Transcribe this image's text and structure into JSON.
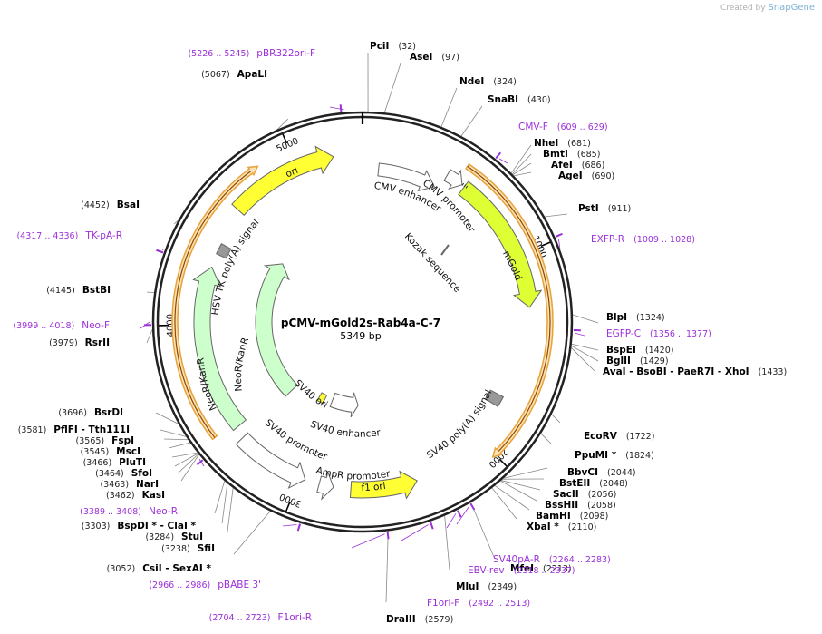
{
  "credit": {
    "prefix": "Created by",
    "brand": "SnapGene"
  },
  "plasmid": {
    "name": "pCMV-mGold2s-Rab4a-C-7",
    "length": "5349 bp"
  },
  "ticks": [
    {
      "label": "1000",
      "deg": 67
    },
    {
      "label": "2000",
      "deg": 135
    },
    {
      "label": "3000",
      "deg": 202
    },
    {
      "label": "4000",
      "deg": 269
    },
    {
      "label": "5000",
      "deg": 337
    }
  ],
  "enzymes": [
    {
      "name": "PciI",
      "pos": "(32)"
    },
    {
      "name": "AseI",
      "pos": "(97)"
    },
    {
      "name": "NdeI",
      "pos": "(324)"
    },
    {
      "name": "SnaBI",
      "pos": "(430)"
    },
    {
      "name": "NheI",
      "pos": "(681)"
    },
    {
      "name": "BmtI",
      "pos": "(685)"
    },
    {
      "name": "AfeI",
      "pos": "(686)"
    },
    {
      "name": "AgeI",
      "pos": "(690)"
    },
    {
      "name": "PstI",
      "pos": "(911)"
    },
    {
      "name": "BlpI",
      "pos": "(1324)"
    },
    {
      "name": "BspEI",
      "pos": "(1420)"
    },
    {
      "name": "BglII",
      "pos": "(1429)"
    },
    {
      "name": "AvaI - BsoBI - PaeR7I - XhoI",
      "pos": "(1433)"
    },
    {
      "name": "EcoRV",
      "pos": "(1722)"
    },
    {
      "name": "PpuMI *",
      "pos": "(1824)"
    },
    {
      "name": "BbvCI",
      "pos": "(2044)"
    },
    {
      "name": "BstEII",
      "pos": "(2048)"
    },
    {
      "name": "SacII",
      "pos": "(2056)"
    },
    {
      "name": "BssHII",
      "pos": "(2058)"
    },
    {
      "name": "BamHI",
      "pos": "(2098)"
    },
    {
      "name": "XbaI *",
      "pos": "(2110)"
    },
    {
      "name": "MfeI",
      "pos": "(2213)"
    },
    {
      "name": "MluI",
      "pos": "(2349)"
    },
    {
      "name": "DraIII",
      "pos": "(2579)"
    },
    {
      "name": "CsiI - SexAI *",
      "pos": "(3052)"
    },
    {
      "name": "SfiI",
      "pos": "(3238)"
    },
    {
      "name": "StuI",
      "pos": "(3284)"
    },
    {
      "name": "BspDI * - ClaI *",
      "pos": "(3303)"
    },
    {
      "name": "KasI",
      "pos": "(3462)"
    },
    {
      "name": "NarI",
      "pos": "(3463)"
    },
    {
      "name": "SfoI",
      "pos": "(3464)"
    },
    {
      "name": "PluTI",
      "pos": "(3466)"
    },
    {
      "name": "MscI",
      "pos": "(3545)"
    },
    {
      "name": "FspI",
      "pos": "(3565)"
    },
    {
      "name": "PflFI - Tth111I",
      "pos": "(3581)"
    },
    {
      "name": "BsrDI",
      "pos": "(3696)"
    },
    {
      "name": "RsrII",
      "pos": "(3979)"
    },
    {
      "name": "BstBI",
      "pos": "(4145)"
    },
    {
      "name": "BsaI",
      "pos": "(4452)"
    },
    {
      "name": "ApaLI",
      "pos": "(5067)"
    }
  ],
  "primers": [
    {
      "name": "pBR322ori-F",
      "range": "(5226 .. 5245)"
    },
    {
      "name": "CMV-F",
      "range": "(609 .. 629)"
    },
    {
      "name": "EXFP-R",
      "range": "(1009 .. 1028)"
    },
    {
      "name": "EGFP-C",
      "range": "(1356 .. 1377)"
    },
    {
      "name": "SV40pA-R",
      "range": "(2264 .. 2283)"
    },
    {
      "name": "EBV-rev",
      "range": "(2318 .. 2337)"
    },
    {
      "name": "F1ori-F",
      "range": "(2492 .. 2513)"
    },
    {
      "name": "F1ori-R",
      "range": "(2704 .. 2723)"
    },
    {
      "name": "pBABE 3'",
      "range": "(2966 .. 2986)"
    },
    {
      "name": "Neo-R",
      "range": "(3389 .. 3408)"
    },
    {
      "name": "Neo-F",
      "range": "(3999 .. 4018)"
    },
    {
      "name": "TK-pA-R",
      "range": "(4317 .. 4336)"
    }
  ],
  "features": [
    {
      "name": "CMV enhancer",
      "kind": "enhancer",
      "color": "#ffffff"
    },
    {
      "name": "CMV promoter",
      "kind": "promoter",
      "color": "#ffffff"
    },
    {
      "name": "Kozak sequence",
      "kind": "marker",
      "color": "#666666"
    },
    {
      "name": "mGold",
      "kind": "cds",
      "color": "#ddff33"
    },
    {
      "name": "SV40 poly(A) signal",
      "kind": "terminator",
      "color": "#999999"
    },
    {
      "name": "f1 ori",
      "kind": "origin",
      "color": "#ffff33"
    },
    {
      "name": "AmpR promoter",
      "kind": "promoter",
      "color": "#ffffff"
    },
    {
      "name": "SV40 promoter",
      "kind": "promoter",
      "color": "#ffffff"
    },
    {
      "name": "SV40 ori",
      "kind": "origin",
      "color": "#ffff33"
    },
    {
      "name": "SV40 enhancer",
      "kind": "enhancer",
      "color": "#ffffff"
    },
    {
      "name": "NeoR/KanR",
      "kind": "cds-inner",
      "color": "#ccffcc"
    },
    {
      "name": "NeoR/KanR",
      "kind": "cds-outer",
      "color": "#ccffcc"
    },
    {
      "name": "HSV TK poly(A) signal",
      "kind": "terminator",
      "color": "#999999"
    },
    {
      "name": "ori",
      "kind": "origin",
      "color": "#ffff33"
    }
  ],
  "colors": {
    "backbone": "#222222",
    "primer": "#9b30d9",
    "orf": "#e8a23a",
    "orf_inner": "#8a4a00",
    "leader": "#888888"
  }
}
